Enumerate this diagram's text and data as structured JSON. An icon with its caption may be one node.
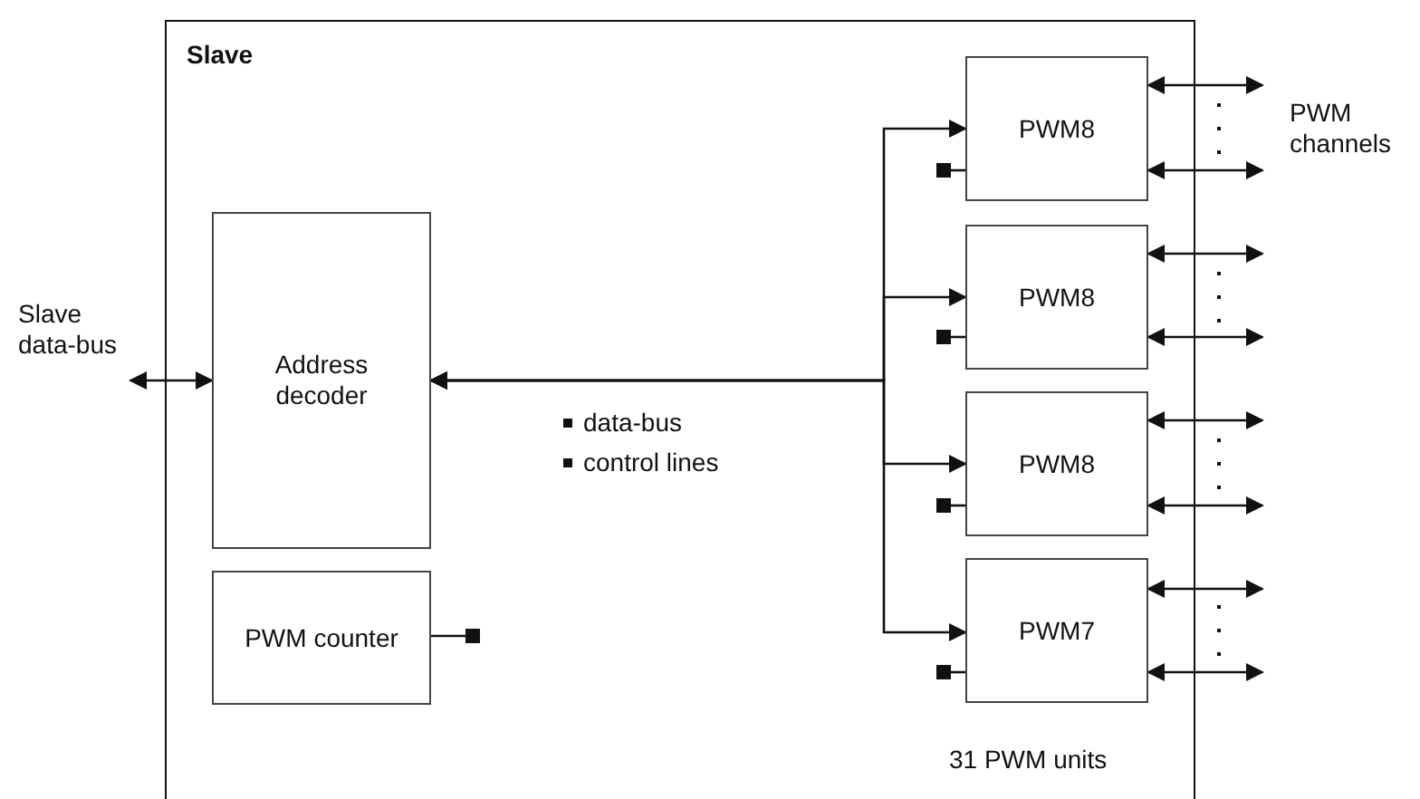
{
  "diagram": {
    "nodes": [
      {
        "text": [
          "Slave"
        ]
      },
      {
        "text": [
          "Address decoder"
        ],
        "in": 0
      },
      {
        "text": [
          "PWM counter"
        ],
        "in": 0
      },
      {
        "text": [
          "PWM8"
        ],
        "in": 0
      },
      {
        "text": [
          "PWM8"
        ],
        "in": 0
      },
      {
        "text": [
          "PWM8"
        ],
        "in": 0
      },
      {
        "text": [
          "PWM7"
        ],
        "in": 0
      },
      {
        "text": [
          "Slave data-bus"
        ]
      }
    ],
    "edges": [
      {
        "from": 7,
        "to": 1,
        "arrow": "both"
      },
      {
        "from": 1,
        "to": 3,
        "arrow": "both"
      },
      {
        "from": 1,
        "to": 4,
        "arrow": "both"
      },
      {
        "from": 1,
        "to": 5,
        "arrow": "both"
      },
      {
        "from": 1,
        "to": 6,
        "arrow": "both"
      },
      {
        "from": 2,
        "to": null,
        "arrow": "other"
      },
      {
        "from": null,
        "to": 3,
        "arrow": "other"
      },
      {
        "from": null,
        "to": 4,
        "arrow": "other"
      },
      {
        "from": null,
        "to": 5,
        "arrow": "other"
      },
      {
        "from": null,
        "to": 6,
        "arrow": "other"
      },
      {
        "from": 3,
        "to": null,
        "arrow": "both"
      },
      {
        "from": 3,
        "to": null,
        "arrow": "both"
      },
      {
        "from": 4,
        "to": null,
        "arrow": "both"
      },
      {
        "from": 4,
        "to": null,
        "arrow": "both"
      },
      {
        "from": 5,
        "to": null,
        "arrow": "both"
      },
      {
        "from": 5,
        "to": null,
        "arrow": "both"
      },
      {
        "from": 6,
        "to": null,
        "arrow": "both"
      },
      {
        "from": 6,
        "to": null,
        "arrow": "both"
      }
    ],
    "labels": [
      "data-bus",
      "control lines",
      "PWM channels",
      "31 PWM units"
    ]
  }
}
